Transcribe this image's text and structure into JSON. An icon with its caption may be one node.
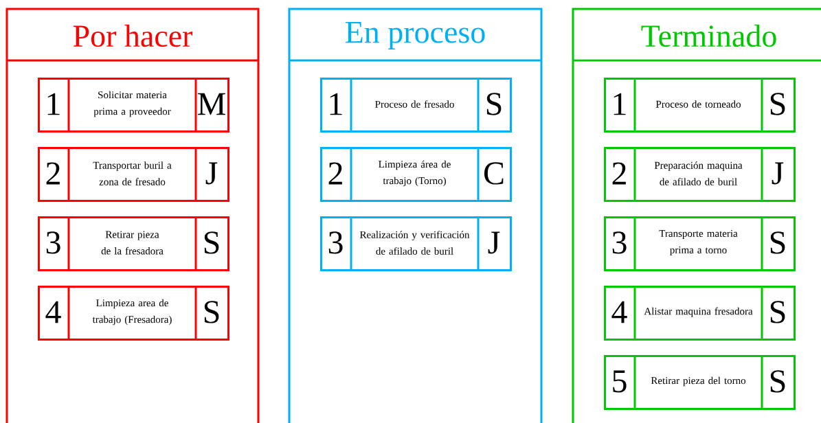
{
  "diagram": {
    "nodes": [
      {
        "text": [
          "Por hacer"
        ]
      },
      {
        "text": [
          "1",
          "Solicitar materia prima a proveedor",
          "M"
        ],
        "in": 0
      },
      {
        "text": [
          "2",
          "Transportar buril a zona de fresado",
          "J"
        ],
        "in": 0
      },
      {
        "text": [
          "3",
          "Retirar pieza de la fresadora",
          "S"
        ],
        "in": 0
      },
      {
        "text": [
          "4",
          "Limpieza area de trabajo (Fresadora)",
          "S"
        ],
        "in": 0
      },
      {
        "text": [
          "En proceso"
        ]
      },
      {
        "text": [
          "1",
          "Proceso de fresado",
          "S"
        ],
        "in": 5
      },
      {
        "text": [
          "2",
          "Limpieza área de trabajo (Torno)",
          "C"
        ],
        "in": 5
      },
      {
        "text": [
          "3",
          "Realización y verificación de afilado de buril",
          "J"
        ],
        "in": 5
      },
      {
        "text": [
          "Terminado"
        ]
      },
      {
        "text": [
          "1",
          "Proceso de torneado",
          "S"
        ],
        "in": 9
      },
      {
        "text": [
          "2",
          "Preparación maquina de afilado de buril",
          "J"
        ],
        "in": 9
      },
      {
        "text": [
          "3",
          "Transporte materia prima a torno",
          "S"
        ],
        "in": 9
      },
      {
        "text": [
          "4",
          "Alistar maquina fresadora",
          "S"
        ],
        "in": 9
      },
      {
        "text": [
          "5",
          "Retirar pieza del torno",
          "S"
        ],
        "in": 9
      }
    ]
  }
}
